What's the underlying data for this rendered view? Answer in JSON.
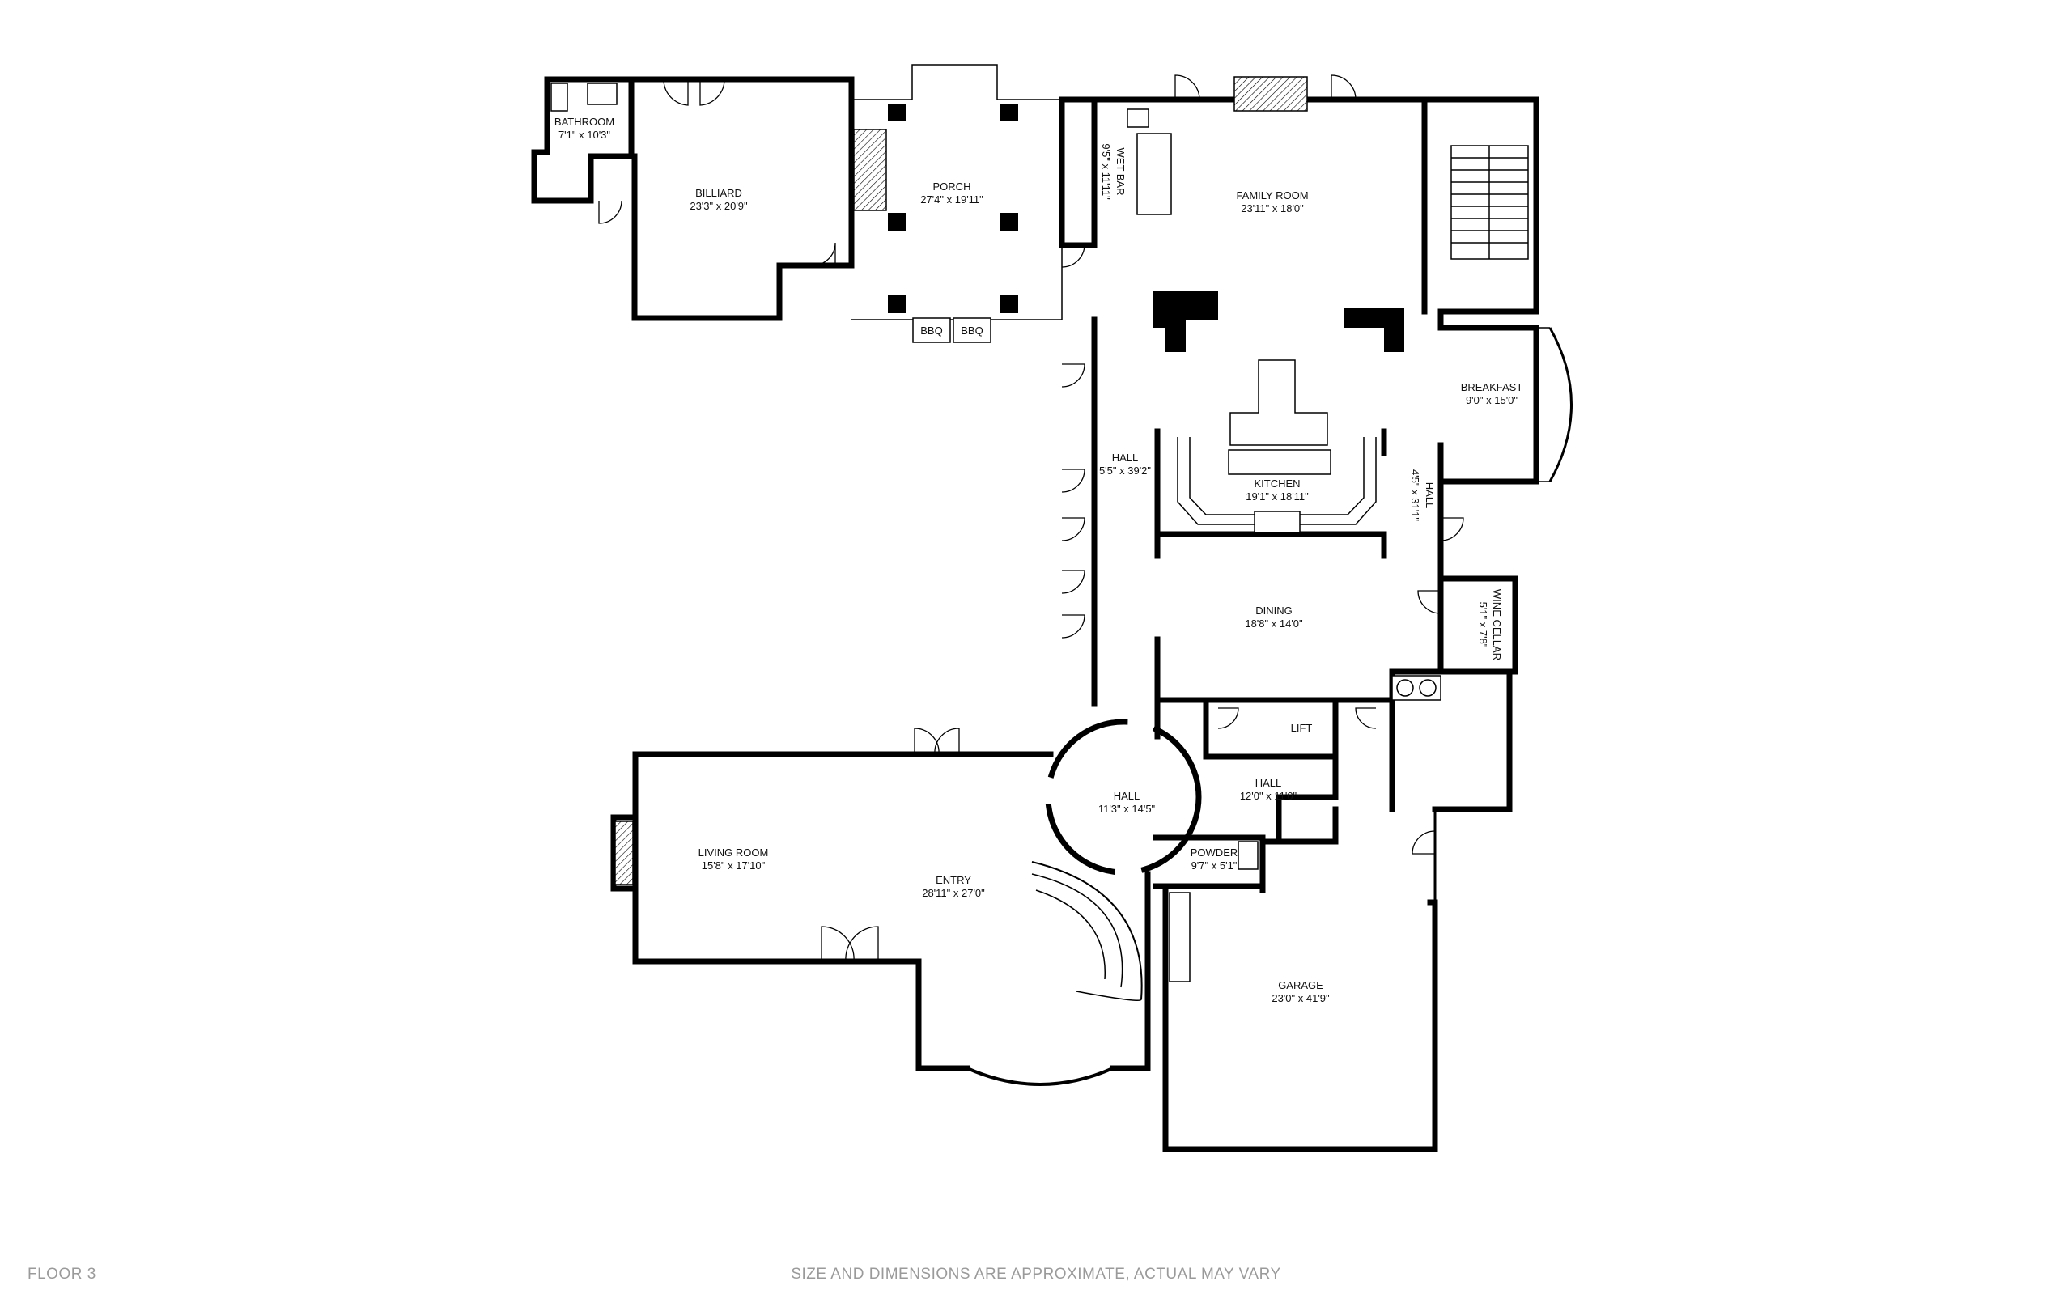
{
  "rooms": [
    {
      "id": "bathroom",
      "name": "BATHROOM",
      "dims": "7'1\" x 10'3\""
    },
    {
      "id": "billiard",
      "name": "BILLIARD",
      "dims": "23'3\" x 20'9\""
    },
    {
      "id": "porch",
      "name": "PORCH",
      "dims": "27'4\" x 19'11\""
    },
    {
      "id": "wet-bar",
      "name": "WET BAR",
      "dims": "9'5\" x 11'11\""
    },
    {
      "id": "family-room",
      "name": "FAMILY ROOM",
      "dims": "23'11\" x 18'0\""
    },
    {
      "id": "breakfast",
      "name": "BREAKFAST",
      "dims": "9'0\" x 15'0\""
    },
    {
      "id": "hall-west",
      "name": "HALL",
      "dims": "5'5\" x 39'2\""
    },
    {
      "id": "kitchen",
      "name": "KITCHEN",
      "dims": "19'1\" x 18'11\""
    },
    {
      "id": "hall-east",
      "name": "HALL",
      "dims": "4'5\" x 31'1\""
    },
    {
      "id": "dining",
      "name": "DINING",
      "dims": "18'8\" x 14'0\""
    },
    {
      "id": "wine-cellar",
      "name": "WINE CELLAR",
      "dims": "5'1\" x 7'8\""
    },
    {
      "id": "lift",
      "name": "LIFT",
      "dims": ""
    },
    {
      "id": "hall-rotunda",
      "name": "HALL",
      "dims": "11'3\" x 14'5\""
    },
    {
      "id": "hall-south",
      "name": "HALL",
      "dims": "12'0\" x 11'0\""
    },
    {
      "id": "powder",
      "name": "POWDER",
      "dims": "9'7\" x 5'1\""
    },
    {
      "id": "living-room",
      "name": "LIVING ROOM",
      "dims": "15'8\" x 17'10\""
    },
    {
      "id": "entry",
      "name": "ENTRY",
      "dims": "28'11\" x 27'0\""
    },
    {
      "id": "garage",
      "name": "GARAGE",
      "dims": "23'0\" x 41'9\""
    }
  ],
  "fixtures": {
    "bbq_1": "BBQ",
    "bbq_2": "BBQ"
  },
  "footer": {
    "floor": "FLOOR 3",
    "disclaimer": "SIZE AND DIMENSIONS ARE APPROXIMATE, ACTUAL MAY VARY"
  }
}
